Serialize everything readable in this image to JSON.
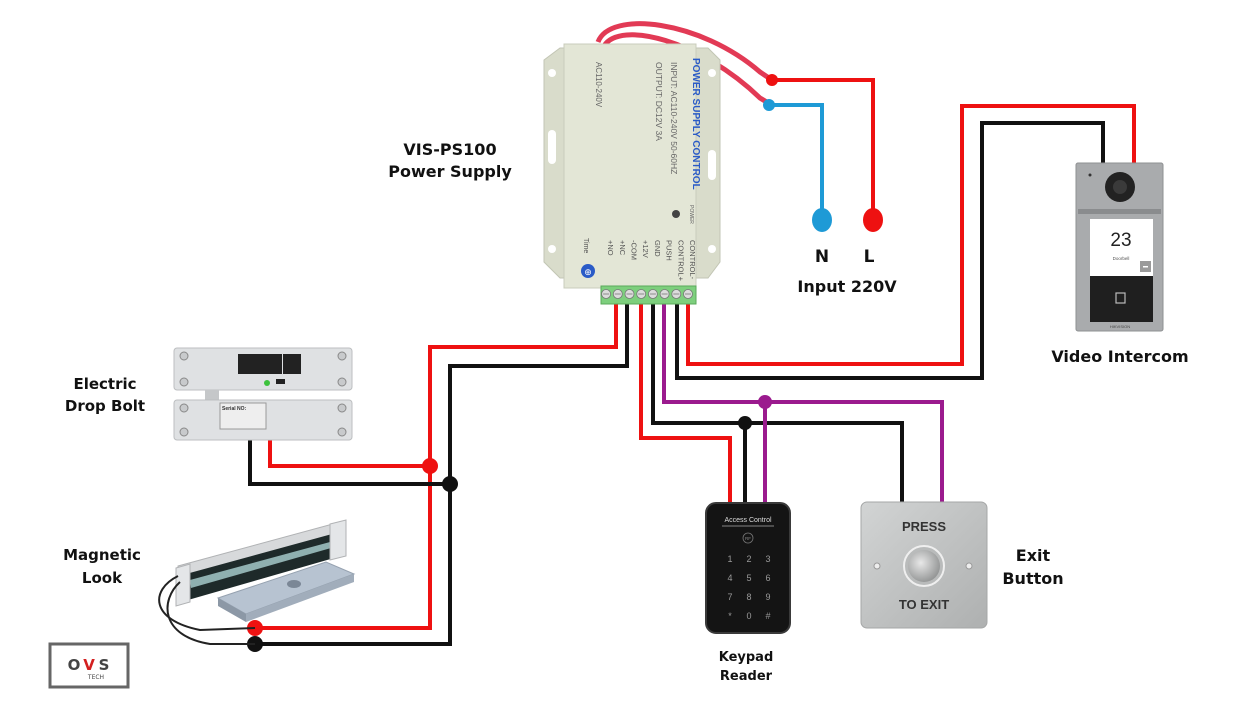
{
  "labels": {
    "power_supply_model": "VIS-PS100",
    "power_supply_name": "Power Supply",
    "drop_bolt_line1": "Electric",
    "drop_bolt_line2": "Drop Bolt",
    "mag_lock_line1": "Magnetic",
    "mag_lock_line2": "Look",
    "keypad_line1": "Keypad",
    "keypad_line2": "Reader",
    "exit_line1": "Exit",
    "exit_line2": "Button",
    "intercom": "Video Intercom",
    "input_voltage": "Input 220V",
    "neutral": "N",
    "live": "L"
  },
  "power_supply": {
    "title": "POWER SUPPLY CONTROL",
    "input_spec": "INPUT: AC110-240V  50-60HZ",
    "output_spec": "OUTPUT: DC12V  3A",
    "ac_label": "AC110-240V",
    "power_led_label": "POWER",
    "time_label": "Time",
    "terminals": [
      "CONTROL-",
      "CONTROL+",
      "PUSH",
      "GND",
      "+12V",
      "-COM",
      "+NC",
      "+NO"
    ]
  },
  "keypad": {
    "header": "Access Control",
    "rf_label": "RF",
    "keys": [
      "1",
      "2",
      "3",
      "4",
      "5",
      "6",
      "7",
      "8",
      "9",
      "*",
      "0",
      "#"
    ]
  },
  "exit_button": {
    "top_text": "PRESS",
    "bottom_text": "TO EXIT"
  },
  "intercom": {
    "display_number": "23",
    "display_subtext": "Doorbell",
    "brand": "HIKVISION"
  },
  "drop_bolt": {
    "serial_label": "Serial NO:"
  },
  "logo": {
    "text_o": "O",
    "text_v": "V",
    "text_s": "S",
    "subtext": "TECH"
  },
  "colors": {
    "wire_red": "#ee1111",
    "wire_black": "#111111",
    "wire_blue": "#1e9ad6",
    "wire_purple": "#9b1a8e",
    "terminal_green": "#7dcf7d",
    "psu_body": "#e3e6d6",
    "psu_text": "#2a5bc7"
  }
}
